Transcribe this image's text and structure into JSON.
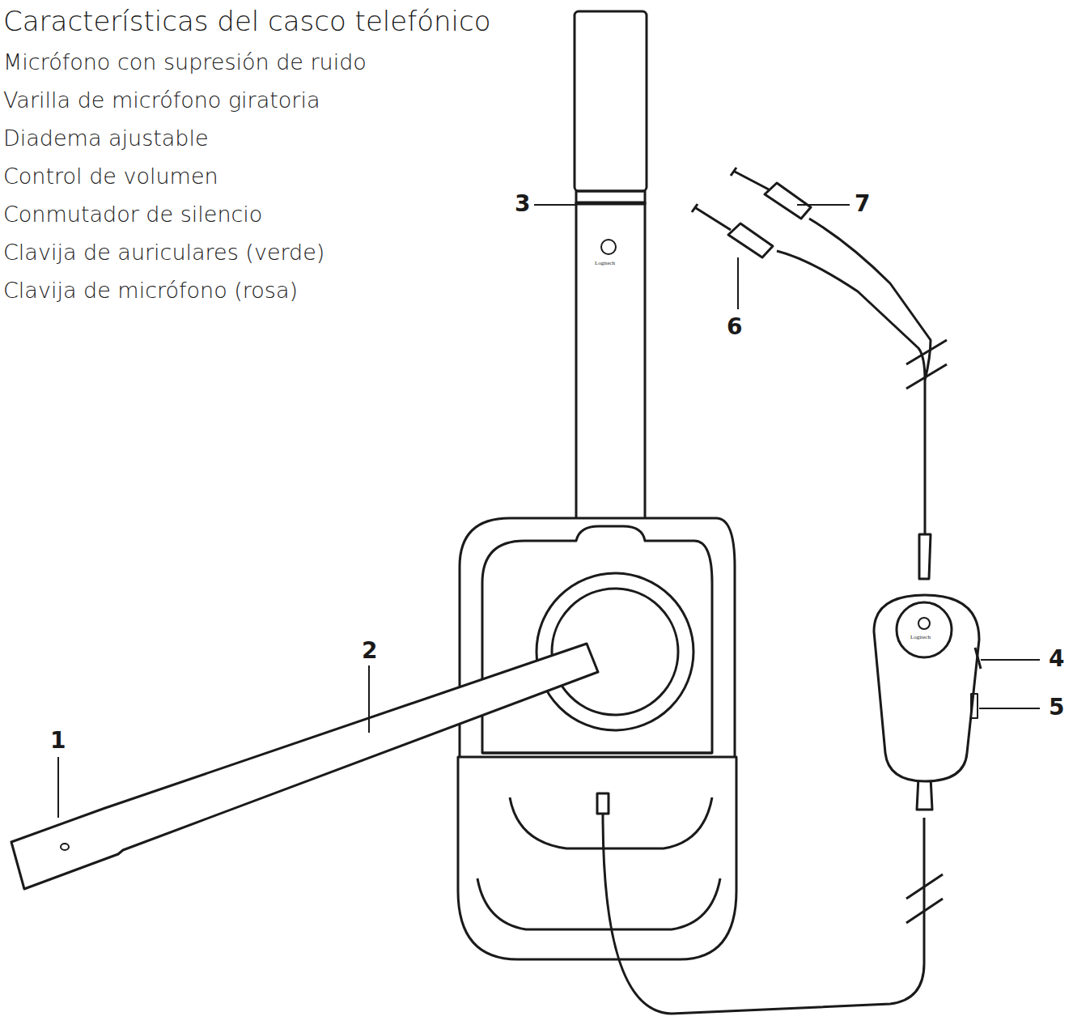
{
  "diagram": {
    "title": "Características del casco telefónico",
    "labels": [
      "Micrófono con supresión de ruido",
      "Varilla de micrófono giratoria",
      "Diadema ajustable",
      "Control de volumen",
      "Conmutador de silencio",
      "Clavija de auriculares (verde)",
      "Clavija de micrófono (rosa)",
      "1",
      "2",
      "3",
      "4",
      "5",
      "6",
      "7",
      "Logitech",
      "Logitech"
    ]
  }
}
